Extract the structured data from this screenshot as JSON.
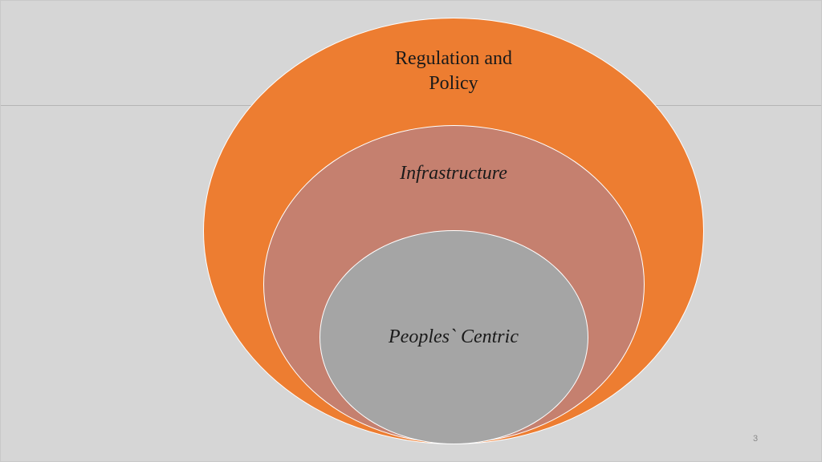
{
  "colors": {
    "background": "#d6d6d6",
    "divider": "#b4b4b4",
    "outer": "#ed7d31",
    "middle": "#c5806f",
    "inner": "#a5a5a5"
  },
  "diagram": {
    "outer_label_line1": "Regulation and",
    "outer_label_line2": "Policy",
    "middle_label": "Infrastructure",
    "inner_label": "Peoples` Centric"
  },
  "footer": {
    "slide_number": "3"
  }
}
